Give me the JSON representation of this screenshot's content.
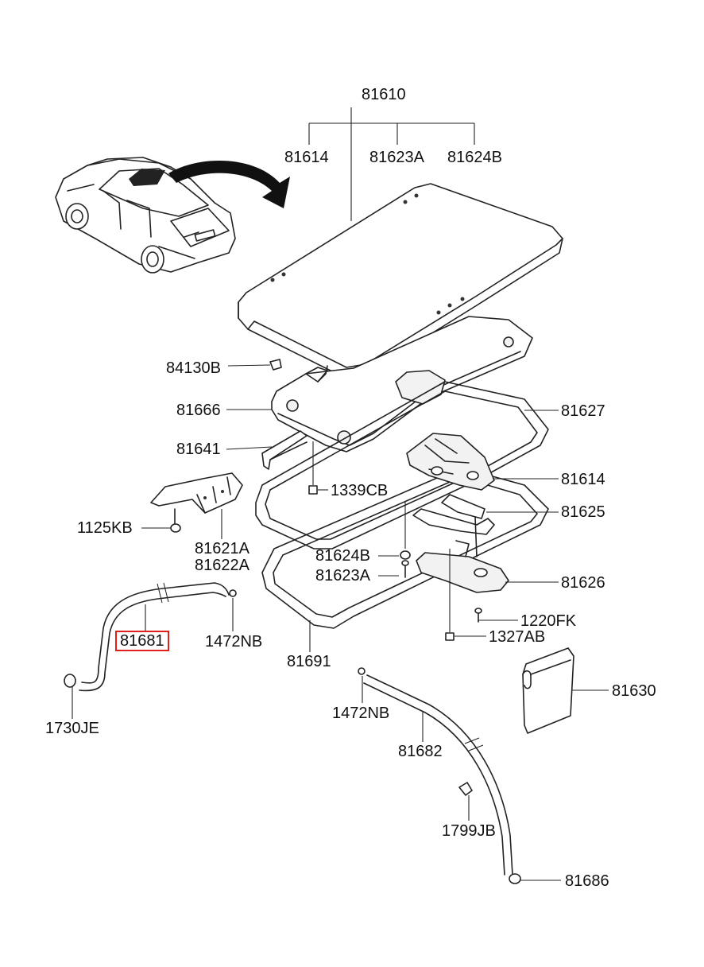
{
  "labels": {
    "p81610": "81610",
    "p81614_top": "81614",
    "p81623A_top": "81623A",
    "p81624B_top": "81624B",
    "p84130B": "84130B",
    "p81666": "81666",
    "p81627": "81627",
    "p81641": "81641",
    "p1339CB": "1339CB",
    "p81614": "81614",
    "p1125KB": "1125KB",
    "p81625": "81625",
    "p81621A": "81621A",
    "p81622A": "81622A",
    "p81624B": "81624B",
    "p81623A": "81623A",
    "p81626": "81626",
    "p81681": "81681",
    "p1472NB_a": "1472NB",
    "p1220FK": "1220FK",
    "p1327AB": "1327AB",
    "p81691": "81691",
    "p81630": "81630",
    "p1730JE": "1730JE",
    "p1472NB_b": "1472NB",
    "p81682": "81682",
    "p1799JB": "1799JB",
    "p81686": "81686"
  },
  "highlight_color": "#e0201a"
}
